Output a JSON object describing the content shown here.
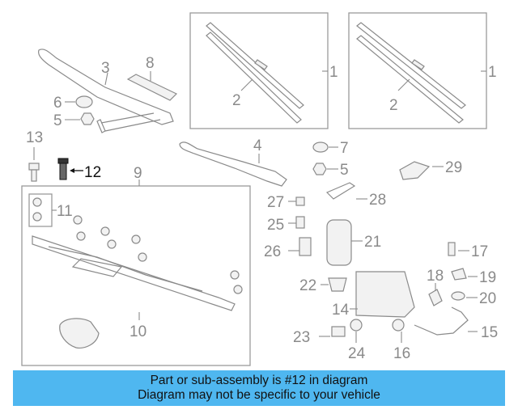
{
  "highlight_part": "12",
  "callouts": {
    "c1a": "1",
    "c1b": "1",
    "c2a": "2",
    "c2b": "2",
    "c3": "3",
    "c4": "4",
    "c5a": "5",
    "c5b": "5",
    "c6": "6",
    "c7": "7",
    "c8": "8",
    "c9": "9",
    "c10": "10",
    "c11": "11",
    "c12": "12",
    "c13": "13",
    "c14": "14",
    "c15": "15",
    "c16": "16",
    "c17": "17",
    "c18": "18",
    "c19": "19",
    "c20": "20",
    "c21": "21",
    "c22": "22",
    "c23": "23",
    "c24": "24",
    "c25": "25",
    "c26": "26",
    "c27": "27",
    "c28": "28",
    "c29": "29"
  },
  "banner": {
    "line1": "Part or sub-assembly is #12 in diagram",
    "line2": "Diagram may not be specific to your vehicle"
  },
  "colors": {
    "banner": "#4fb7f0",
    "line": "#8a8a8a",
    "highlight": "#111111"
  }
}
